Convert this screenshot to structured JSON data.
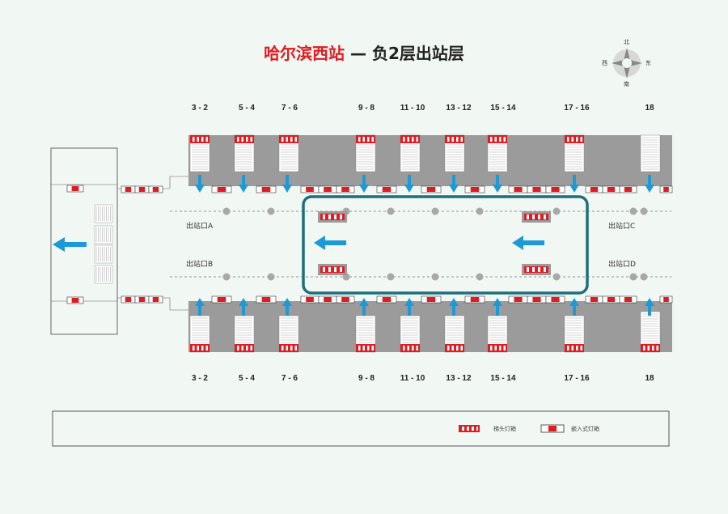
{
  "title": {
    "station": "哈尔滨西站",
    "separator": " — ",
    "floor": "负2层出站层"
  },
  "compass": {
    "north": "北",
    "south": "南",
    "west": "西",
    "east": "东"
  },
  "platforms_top": [
    "3 - 2",
    "5 - 4",
    "7 - 6",
    "9 - 8",
    "11 - 10",
    "13 - 12",
    "15 - 14",
    "17 - 16",
    "18"
  ],
  "platforms_bottom": [
    "3 - 2",
    "5 - 4",
    "7 - 6",
    "9 - 8",
    "11 - 10",
    "13 - 12",
    "15 - 14",
    "17 - 16",
    "18"
  ],
  "exits": {
    "a": "出站口A",
    "b": "出站口B",
    "c": "出站口C",
    "d": "出站口D"
  },
  "legend": {
    "item1": "梯头灯箱",
    "item2": "嵌入式灯箱"
  },
  "colors": {
    "red": "#e01b22",
    "blue": "#1d9ad6",
    "teal": "#1f6f7a",
    "gray": "#9b9b9b"
  }
}
